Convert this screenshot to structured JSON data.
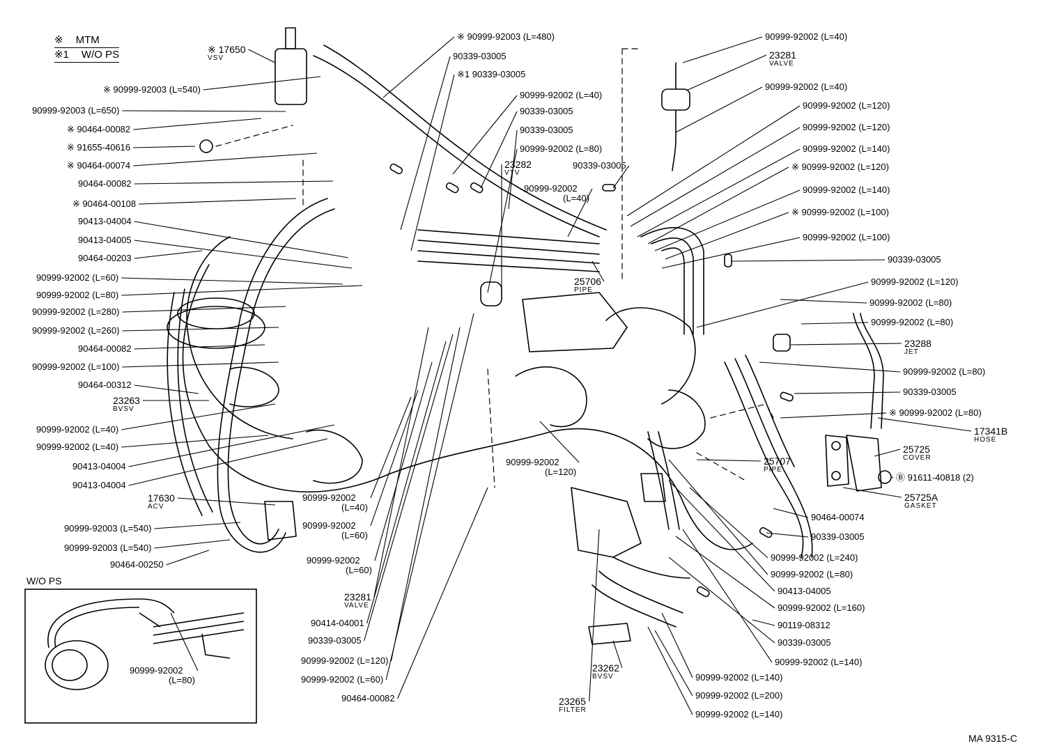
{
  "legend": [
    {
      "mark": "※",
      "text": "MTM"
    },
    {
      "mark": "※1",
      "text": "W/O PS"
    }
  ],
  "inset_title": "W/O PS",
  "drawing_code": "MA 9315-C",
  "left_labels": [
    {
      "text": "※ 17650",
      "sub": "VSV"
    },
    {
      "text": "※ 90999-92003 (L=540)"
    },
    {
      "text": "90999-92003 (L=650)"
    },
    {
      "text": "※ 90464-00082"
    },
    {
      "text": "※ 91655-40616"
    },
    {
      "text": "※ 90464-00074"
    },
    {
      "text": "90464-00082"
    },
    {
      "text": "※ 90464-00108"
    },
    {
      "text": "90413-04004"
    },
    {
      "text": "90413-04005"
    },
    {
      "text": "90464-00203"
    },
    {
      "text": "90999-92002 (L=60)"
    },
    {
      "text": "90999-92002 (L=80)"
    },
    {
      "text": "90999-92002 (L=280)"
    },
    {
      "text": "90999-92002 (L=260)"
    },
    {
      "text": "90464-00082"
    },
    {
      "text": "90999-92002 (L=100)"
    },
    {
      "text": "90464-00312"
    },
    {
      "text": "23263",
      "sub": "BVSV"
    },
    {
      "text": "90999-92002 (L=40)"
    },
    {
      "text": "90999-92002 (L=40)"
    },
    {
      "text": "90413-04004"
    },
    {
      "text": "90413-04004"
    },
    {
      "text": "17630",
      "sub": "ACV"
    },
    {
      "text": "90999-92003 (L=540)"
    },
    {
      "text": "90999-92003 (L=540)"
    },
    {
      "text": "90464-00250"
    }
  ],
  "top_labels": [
    {
      "text": "※ 90999-92003 (L=480)"
    },
    {
      "text": "90339-03005"
    },
    {
      "text": "※1 90339-03005"
    },
    {
      "text": "90999-92002 (L=40)"
    },
    {
      "text": "90339-03005"
    },
    {
      "text": "90339-03005"
    },
    {
      "text": "90999-92002 (L=80)"
    },
    {
      "text": "23282",
      "sub": "VTV"
    },
    {
      "text": "90339-03005"
    },
    {
      "text": "90999-92002",
      "sub2": "(L=40)"
    },
    {
      "text": "25706",
      "sub": "PIPE"
    }
  ],
  "right_labels": [
    {
      "text": "90999-92002 (L=40)"
    },
    {
      "text": "23281",
      "sub": "VALVE"
    },
    {
      "text": "90999-92002 (L=40)"
    },
    {
      "text": "90999-92002 (L=120)"
    },
    {
      "text": "90999-92002 (L=120)"
    },
    {
      "text": "90999-92002 (L=140)"
    },
    {
      "text": "※ 90999-92002 (L=120)"
    },
    {
      "text": "90999-92002 (L=140)"
    },
    {
      "text": "※ 90999-92002 (L=100)"
    },
    {
      "text": "90999-92002 (L=100)"
    },
    {
      "text": "90339-03005"
    },
    {
      "text": "90999-92002 (L=120)"
    },
    {
      "text": "90999-92002 (L=80)"
    },
    {
      "text": "90999-92002 (L=80)"
    },
    {
      "text": "23288",
      "sub": "JET"
    },
    {
      "text": "90999-92002 (L=80)"
    },
    {
      "text": "90339-03005"
    },
    {
      "text": "※ 90999-92002 (L=80)"
    },
    {
      "text": "17341B",
      "sub": "HOSE"
    },
    {
      "text": "25725",
      "sub": "COVER"
    },
    {
      "text": "Ⓑ 91611-40818 (2)"
    },
    {
      "text": "25725A",
      "sub": "GASKET"
    },
    {
      "text": "25707",
      "sub": "PIPE"
    },
    {
      "text": "90464-00074"
    },
    {
      "text": "90339-03005"
    },
    {
      "text": "90999-92002 (L=240)"
    },
    {
      "text": "90999-92002 (L=80)"
    },
    {
      "text": "90413-04005"
    },
    {
      "text": "90999-92002 (L=160)"
    },
    {
      "text": "90119-08312"
    },
    {
      "text": "90339-03005"
    },
    {
      "text": "90999-92002 (L=140)"
    },
    {
      "text": "90999-92002 (L=140)"
    },
    {
      "text": "90999-92002 (L=200)"
    },
    {
      "text": "90999-92002 (L=140)"
    }
  ],
  "bottom_labels": [
    {
      "text": "90999-92002",
      "sub2": "(L=120)"
    },
    {
      "text": "90999-92002",
      "sub2": "(L=40)"
    },
    {
      "text": "90999-92002",
      "sub2": "(L=60)"
    },
    {
      "text": "90999-92002",
      "sub2": "(L=60)"
    },
    {
      "text": "23281",
      "sub": "VALVE"
    },
    {
      "text": "90414-04001"
    },
    {
      "text": "90339-03005"
    },
    {
      "text": "90999-92002 (L=120)"
    },
    {
      "text": "90999-92002 (L=60)"
    },
    {
      "text": "90464-00082"
    },
    {
      "text": "23262",
      "sub": "BVSV"
    },
    {
      "text": "23265",
      "sub": "FILTER"
    },
    {
      "text": "90999-92002",
      "sub2": "(L=80)"
    }
  ]
}
